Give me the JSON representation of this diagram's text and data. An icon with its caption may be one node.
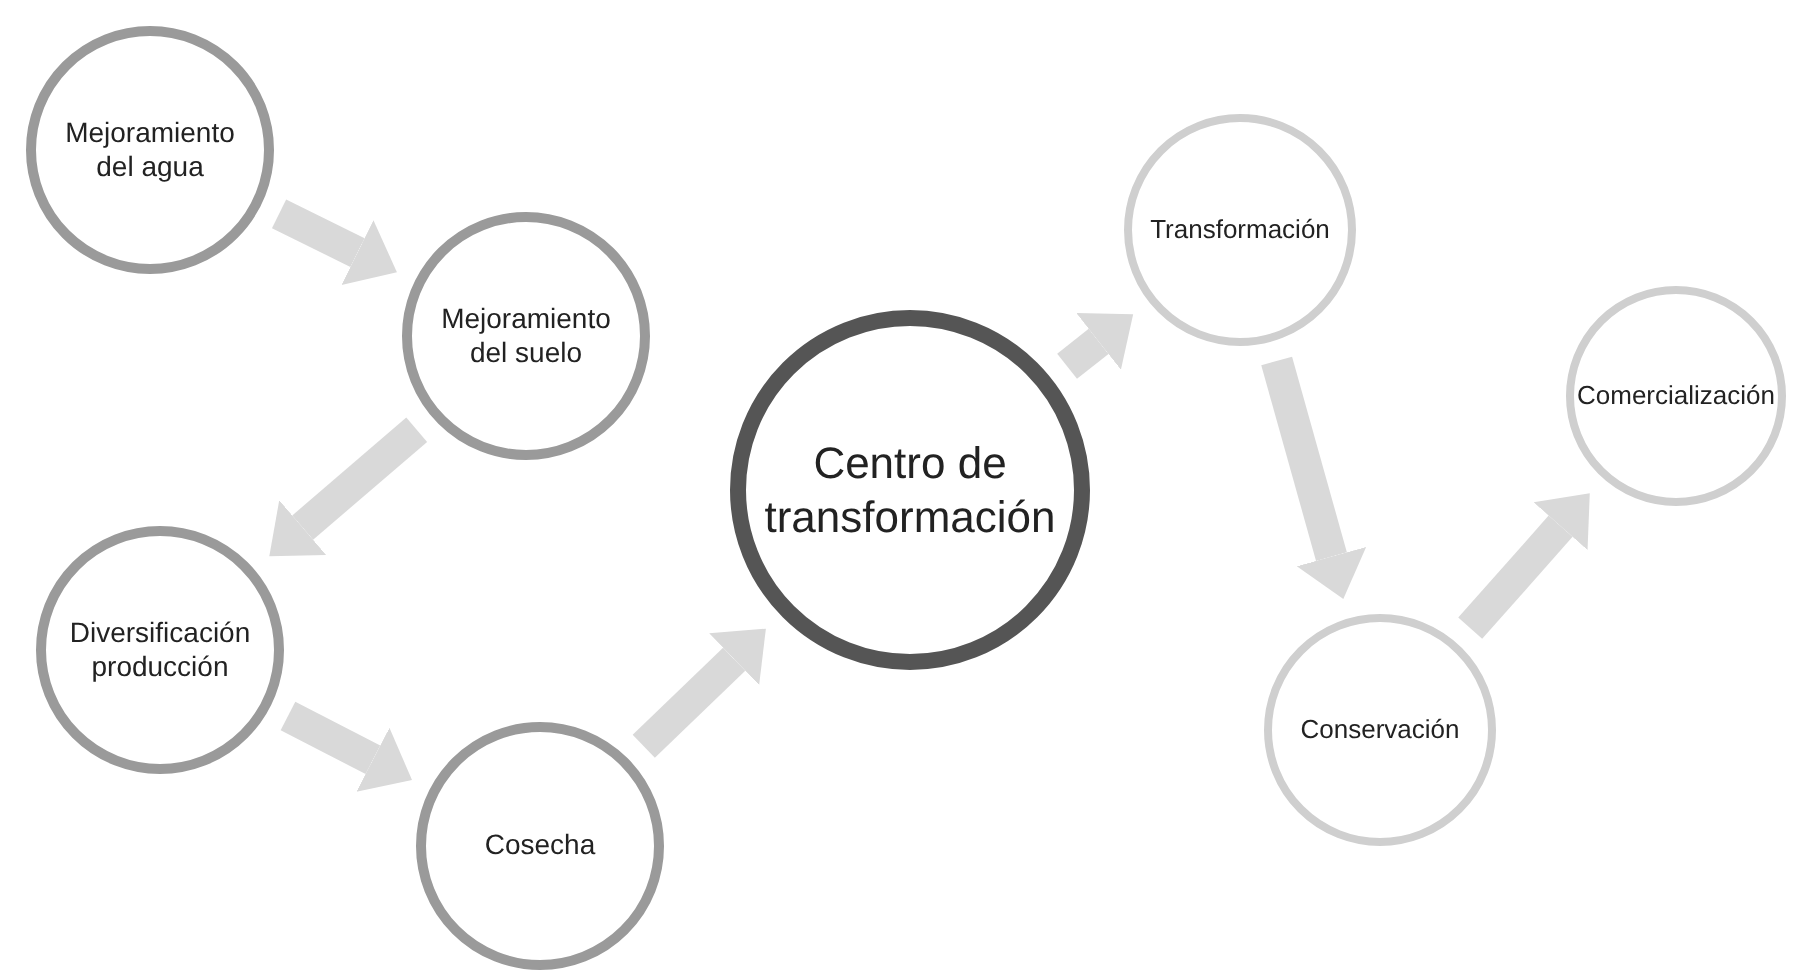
{
  "diagram": {
    "nodes": [
      {
        "text": [
          "Mejoramiento del agua"
        ]
      },
      {
        "text": [
          "Mejoramiento del suelo"
        ]
      },
      {
        "text": [
          "Diversificación producción"
        ]
      },
      {
        "text": [
          "Cosecha"
        ]
      },
      {
        "text": [
          "Centro de transformación"
        ]
      },
      {
        "text": [
          "Transformación"
        ]
      },
      {
        "text": [
          "Comercialización"
        ]
      },
      {
        "text": [
          "Conservación"
        ]
      }
    ],
    "edges": [
      {
        "from": 0,
        "to": 1,
        "arrow": "to"
      },
      {
        "from": 1,
        "to": 2,
        "arrow": "to"
      },
      {
        "from": 2,
        "to": 3,
        "arrow": "to"
      },
      {
        "from": 3,
        "to": 4,
        "arrow": "to"
      },
      {
        "from": 4,
        "to": 5,
        "arrow": "to"
      },
      {
        "from": 5,
        "to": 7,
        "arrow": "to"
      },
      {
        "from": 7,
        "to": 6,
        "arrow": "to"
      }
    ]
  }
}
